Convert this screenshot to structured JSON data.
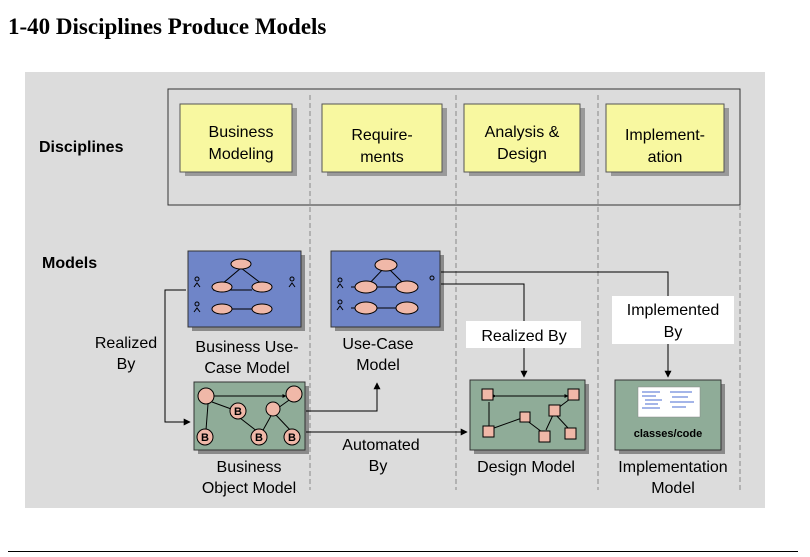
{
  "title": "1-40 Disciplines Produce Models",
  "row_labels": {
    "disciplines": "Disciplines",
    "models": "Models"
  },
  "disciplines": [
    {
      "lines": [
        "Business",
        "Modeling"
      ]
    },
    {
      "lines": [
        "Require-",
        "ments"
      ]
    },
    {
      "lines": [
        "Analysis &",
        "Design"
      ]
    },
    {
      "lines": [
        "Implement-",
        "ation"
      ]
    }
  ],
  "models": {
    "business_use_case": {
      "lines": [
        "Business Use-",
        "Case Model"
      ]
    },
    "use_case": {
      "lines": [
        "Use-Case",
        "Model"
      ]
    },
    "business_object": {
      "lines": [
        "Business",
        "Object Model"
      ],
      "node_letter": "B"
    },
    "design": {
      "lines": [
        "Design Model"
      ]
    },
    "implementation": {
      "lines": [
        "Implementation",
        "Model"
      ],
      "inner_label": "classes/code"
    }
  },
  "relations": {
    "realized_by_left": [
      "Realized",
      "By"
    ],
    "realized_by_design": "Realized By",
    "implemented_by": [
      "Implemented",
      "By"
    ],
    "automated_by": [
      "Automated",
      "By"
    ]
  },
  "colors": {
    "panel": "#dcdcdc",
    "discipline_box": "#f8f8a0",
    "use_case_box": "#6f85c8",
    "object_box": "#8fac98",
    "node_fill": "#f0b8a8",
    "arrow": "#000000"
  }
}
